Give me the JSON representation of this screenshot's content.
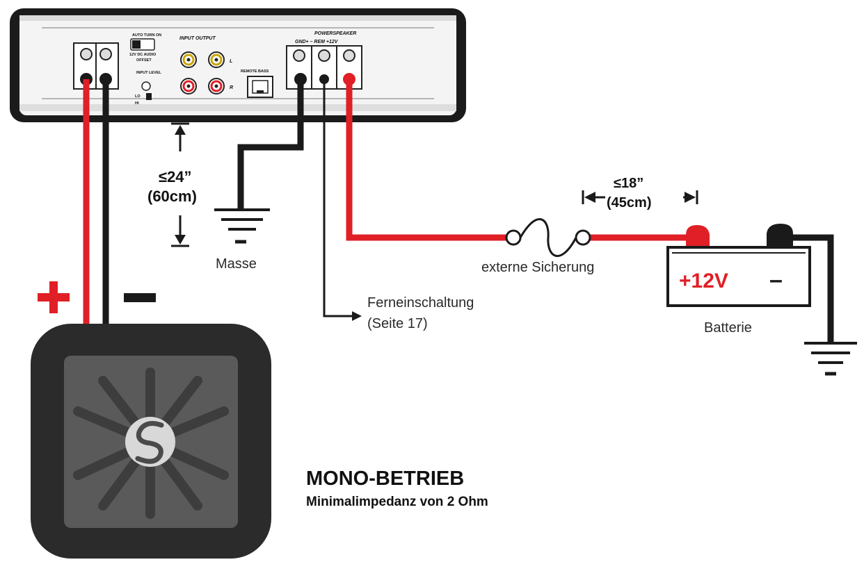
{
  "amplifier": {
    "auto_turn_on": "AUTO TURN ON",
    "switch_options": "12V DC AUDIO",
    "offset": "OFFSET",
    "input_output": "INPUT OUTPUT",
    "channel_l": "L",
    "channel_r": "R",
    "input_level": "INPUT LEVEL",
    "lo": "LO",
    "hi": "HI",
    "remote_bass": "REMOTE BASS",
    "powerspeaker": "POWERSPEAKER",
    "power_terminals": "GND+ – REM +12V"
  },
  "distances": {
    "amp_to_sub_value": "≤24”",
    "amp_to_sub_metric": "(60cm)",
    "fuse_to_battery_value": "≤18”",
    "fuse_to_battery_metric": "(45cm)"
  },
  "labels": {
    "ground": "Masse",
    "fuse": "externe Sicherung",
    "remote_line1": "Ferneinschaltung",
    "remote_line2": "(Seite 17)",
    "battery": "Batterie",
    "battery_plus": "+12V",
    "battery_minus": "–"
  },
  "title": {
    "main": "MONO-BETRIEB",
    "sub": "Minimalimpedanz von 2 Ohm"
  },
  "colors": {
    "positive_wire": "#e01f26",
    "negative_wire": "#1a1a1a",
    "subwoofer_body": "#2b2b2b"
  }
}
